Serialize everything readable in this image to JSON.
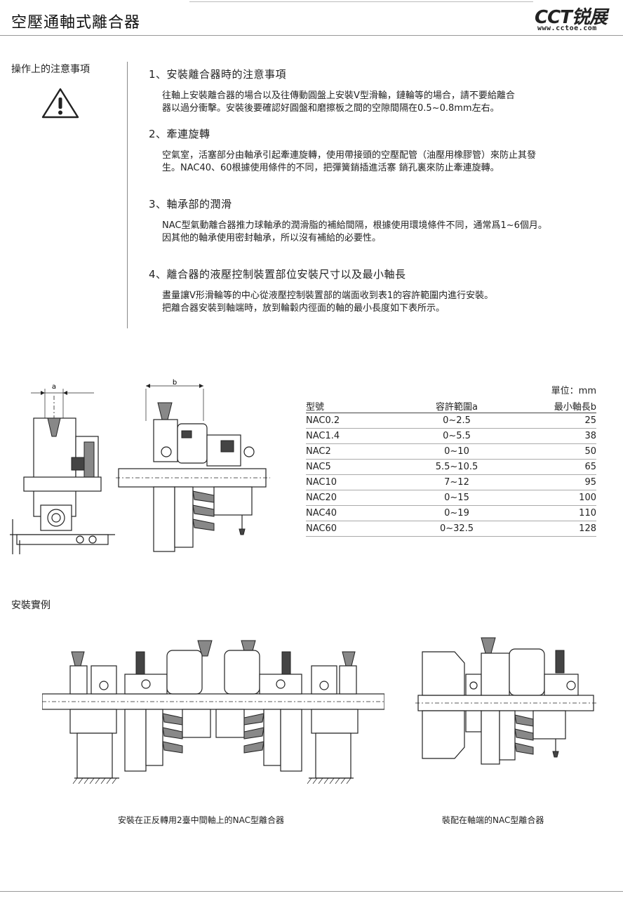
{
  "header": {
    "title": "空壓通軸式離合器",
    "logo_mark": "CCT锐展",
    "logo_url": "www.cctoe.com"
  },
  "side_label": "操作上的注意事項",
  "warning_icon": "warning-triangle-icon",
  "sections": [
    {
      "title": "1、安裝離合器時的注意事項",
      "lines": [
        "往軸上安裝離合器的場合以及往傳動圓盤上安裝V型滑輪，鏈輪等的場合，請不要給離合",
        "器以過分衝擊。安裝後要確認好圓盤和磨擦板之間的空隙間隔在0.5~0.8mm左右。"
      ]
    },
    {
      "title": "2、牽連旋轉",
      "lines": [
        "空氣室，活塞部分由軸承引起牽連旋轉，使用帶接頭的空壓配管（油壓用橡膠管）來防止其發",
        "生。NAC40、60根據使用條件的不同，把彈簧銷插進活寨 銷孔裏來防止牽連旋轉。"
      ]
    },
    {
      "title": "3、軸承部的潤滑",
      "lines": [
        "NAC型氣動離合器推力球軸承的潤滑脂的補給間隔，根據使用環境條件不同，通常爲1~6個月。",
        "因其他的軸承使用密封軸承，所以沒有補給的必要性。"
      ]
    },
    {
      "title": "4、離合器的液壓控制裝置部位安裝尺寸以及最小軸長",
      "lines": [
        "晝量讓V形滑輪等的中心從液壓控制裝置部的端面收到表1的容許範圍内進行安裝。",
        "把離合器安裝到軸端時，放到輪轂内徑面的軸的最小長度如下表所示。"
      ]
    }
  ],
  "diagram_labels": {
    "a": "a",
    "b": "b"
  },
  "table": {
    "unit": "單位：mm",
    "headers": [
      "型號",
      "容許範圍a",
      "最小軸長b"
    ],
    "rows": [
      [
        "NAC0.2",
        "0~2.5",
        "25"
      ],
      [
        "NAC1.4",
        "0~5.5",
        "38"
      ],
      [
        "NAC2",
        "0~10",
        "50"
      ],
      [
        "NAC5",
        "5.5~10.5",
        "65"
      ],
      [
        "NAC10",
        "7~12",
        "95"
      ],
      [
        "NAC20",
        "0~15",
        "100"
      ],
      [
        "NAC40",
        "0~19",
        "110"
      ],
      [
        "NAC60",
        "0~32.5",
        "128"
      ]
    ]
  },
  "example_label": "安裝實例",
  "captions": {
    "left": "安裝在正反轉用2臺中間軸上的NAC型離合器",
    "right": "裝配在軸端的NAC型離合器"
  }
}
